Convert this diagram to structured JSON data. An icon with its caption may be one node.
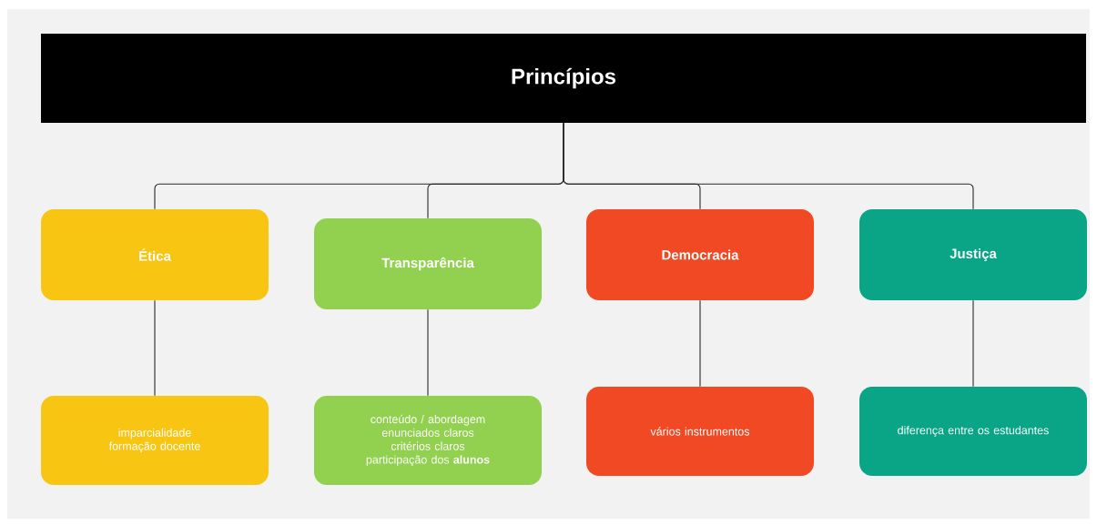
{
  "diagram": {
    "nodes": [
      {
        "text": [
          "Princípios"
        ]
      },
      {
        "text": [
          "Ética"
        ]
      },
      {
        "text": [
          "Transparência"
        ]
      },
      {
        "text": [
          "Democracia"
        ]
      },
      {
        "text": [
          "Justiça"
        ]
      },
      {
        "text": [
          "imparcialidade",
          "formação docente"
        ]
      },
      {
        "text": [
          "conteúdo / abordagem",
          "enunciados claros",
          "critérios claros",
          "participação dos **alunos**"
        ]
      },
      {
        "text": [
          "vários instrumentos"
        ]
      },
      {
        "text": [
          "diferença entre os estudantes"
        ]
      }
    ],
    "edges": [
      {
        "from": 0,
        "to": 1,
        "arrow": "none"
      },
      {
        "from": 0,
        "to": 2,
        "arrow": "none"
      },
      {
        "from": 0,
        "to": 3,
        "arrow": "none"
      },
      {
        "from": 0,
        "to": 4,
        "arrow": "none"
      },
      {
        "from": 1,
        "to": 5,
        "arrow": "none"
      },
      {
        "from": 2,
        "to": 6,
        "arrow": "none"
      },
      {
        "from": 3,
        "to": 7,
        "arrow": "none"
      },
      {
        "from": 4,
        "to": 8,
        "arrow": "none"
      }
    ]
  }
}
